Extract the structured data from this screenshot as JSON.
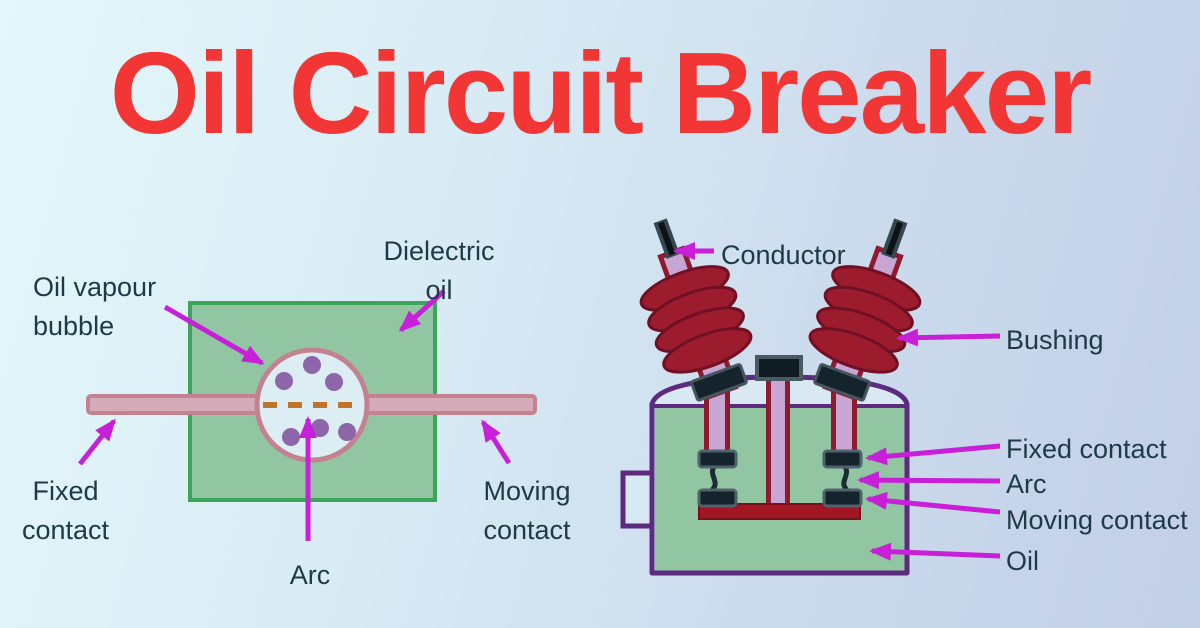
{
  "title": "Oil Circuit Breaker",
  "colors": {
    "title_red": "#f23636",
    "arrow_magenta": "#c81fd8",
    "label_text": "#1d3a46",
    "oil_green": "#92c6a2",
    "oil_green_border": "#3ca55a",
    "contact_rod_pink": "#d6abb9",
    "contact_rod_border": "#c4818f",
    "bubble_fill": "#ddedf4",
    "vapour_dot_purple": "#8c66a8",
    "arc_dash_orange": "#c0752c",
    "tank_outline_purple": "#5c2b80",
    "bushing_disc_red": "#9c1c2e",
    "bushing_body_lavender": "#c7a6d4",
    "contact_block_dark": "#15232c",
    "crosshead_red": "#a31623",
    "background_start": "#e4f7fa",
    "background_end": "#c2cfe7"
  },
  "left_diagram": {
    "labels": {
      "oil_vapour_bubble": "Oil vapour bubble",
      "dielectric_oil": "Dielectric oil",
      "fixed_contact": "Fixed contact",
      "arc": "Arc",
      "moving_contact": "Moving contact"
    }
  },
  "right_diagram": {
    "labels": {
      "conductor": "Conductor",
      "bushing": "Bushing",
      "fixed_contact": "Fixed contact",
      "arc": "Arc",
      "moving_contact": "Moving contact",
      "oil": "Oil"
    }
  }
}
